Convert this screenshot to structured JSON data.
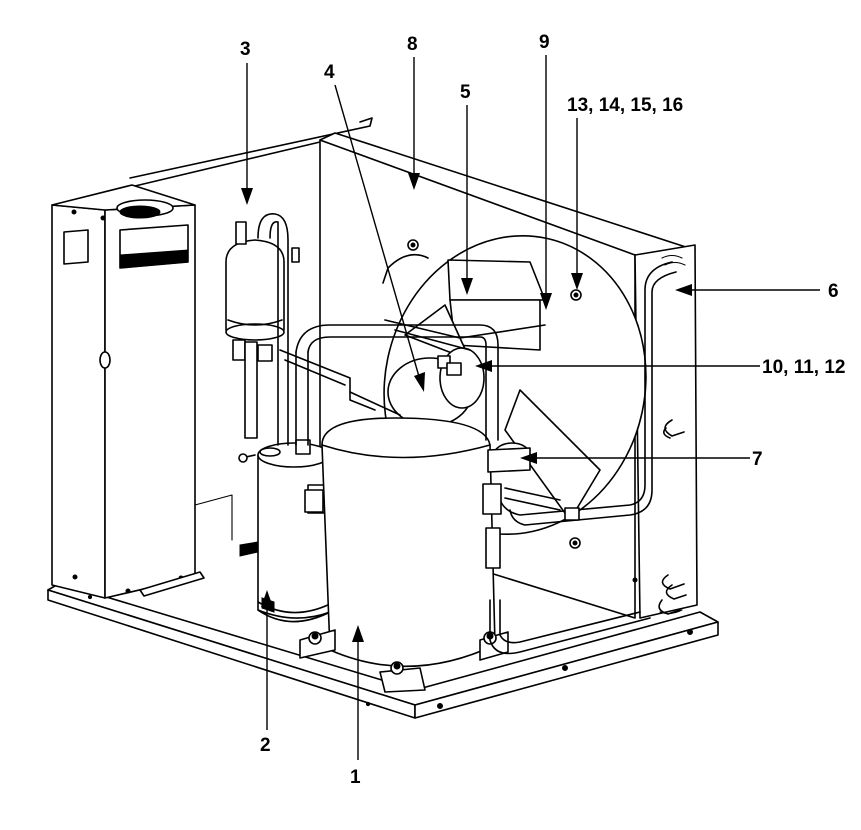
{
  "callouts": [
    {
      "id": "1",
      "label": "1"
    },
    {
      "id": "2",
      "label": "2"
    },
    {
      "id": "3",
      "label": "3"
    },
    {
      "id": "4",
      "label": "4"
    },
    {
      "id": "5",
      "label": "5"
    },
    {
      "id": "6",
      "label": "6"
    },
    {
      "id": "7",
      "label": "7"
    },
    {
      "id": "8",
      "label": "8"
    },
    {
      "id": "9",
      "label": "9"
    },
    {
      "id": "10",
      "label": "10, 11, 12"
    },
    {
      "id": "13",
      "label": "13, 14, 15, 16"
    }
  ]
}
